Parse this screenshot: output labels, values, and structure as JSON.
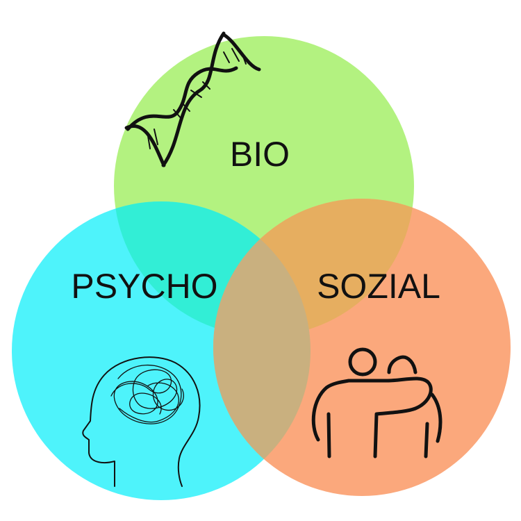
{
  "diagram": {
    "circles": [
      {
        "id": "bio",
        "label": "BIO",
        "color": "#b3f280",
        "icon": "dna-icon"
      },
      {
        "id": "psycho",
        "label": "PSYCHO",
        "color": "#4ef3fb",
        "icon": "head-brain-icon"
      },
      {
        "id": "sozial",
        "label": "SOZIAL",
        "color": "#fba87c",
        "icon": "two-people-icon"
      }
    ],
    "overlap_colors": {
      "bio_psycho": "#32eed6",
      "bio_sozial": "#e6ae60",
      "psycho_sozial": "#c9b07f"
    }
  }
}
